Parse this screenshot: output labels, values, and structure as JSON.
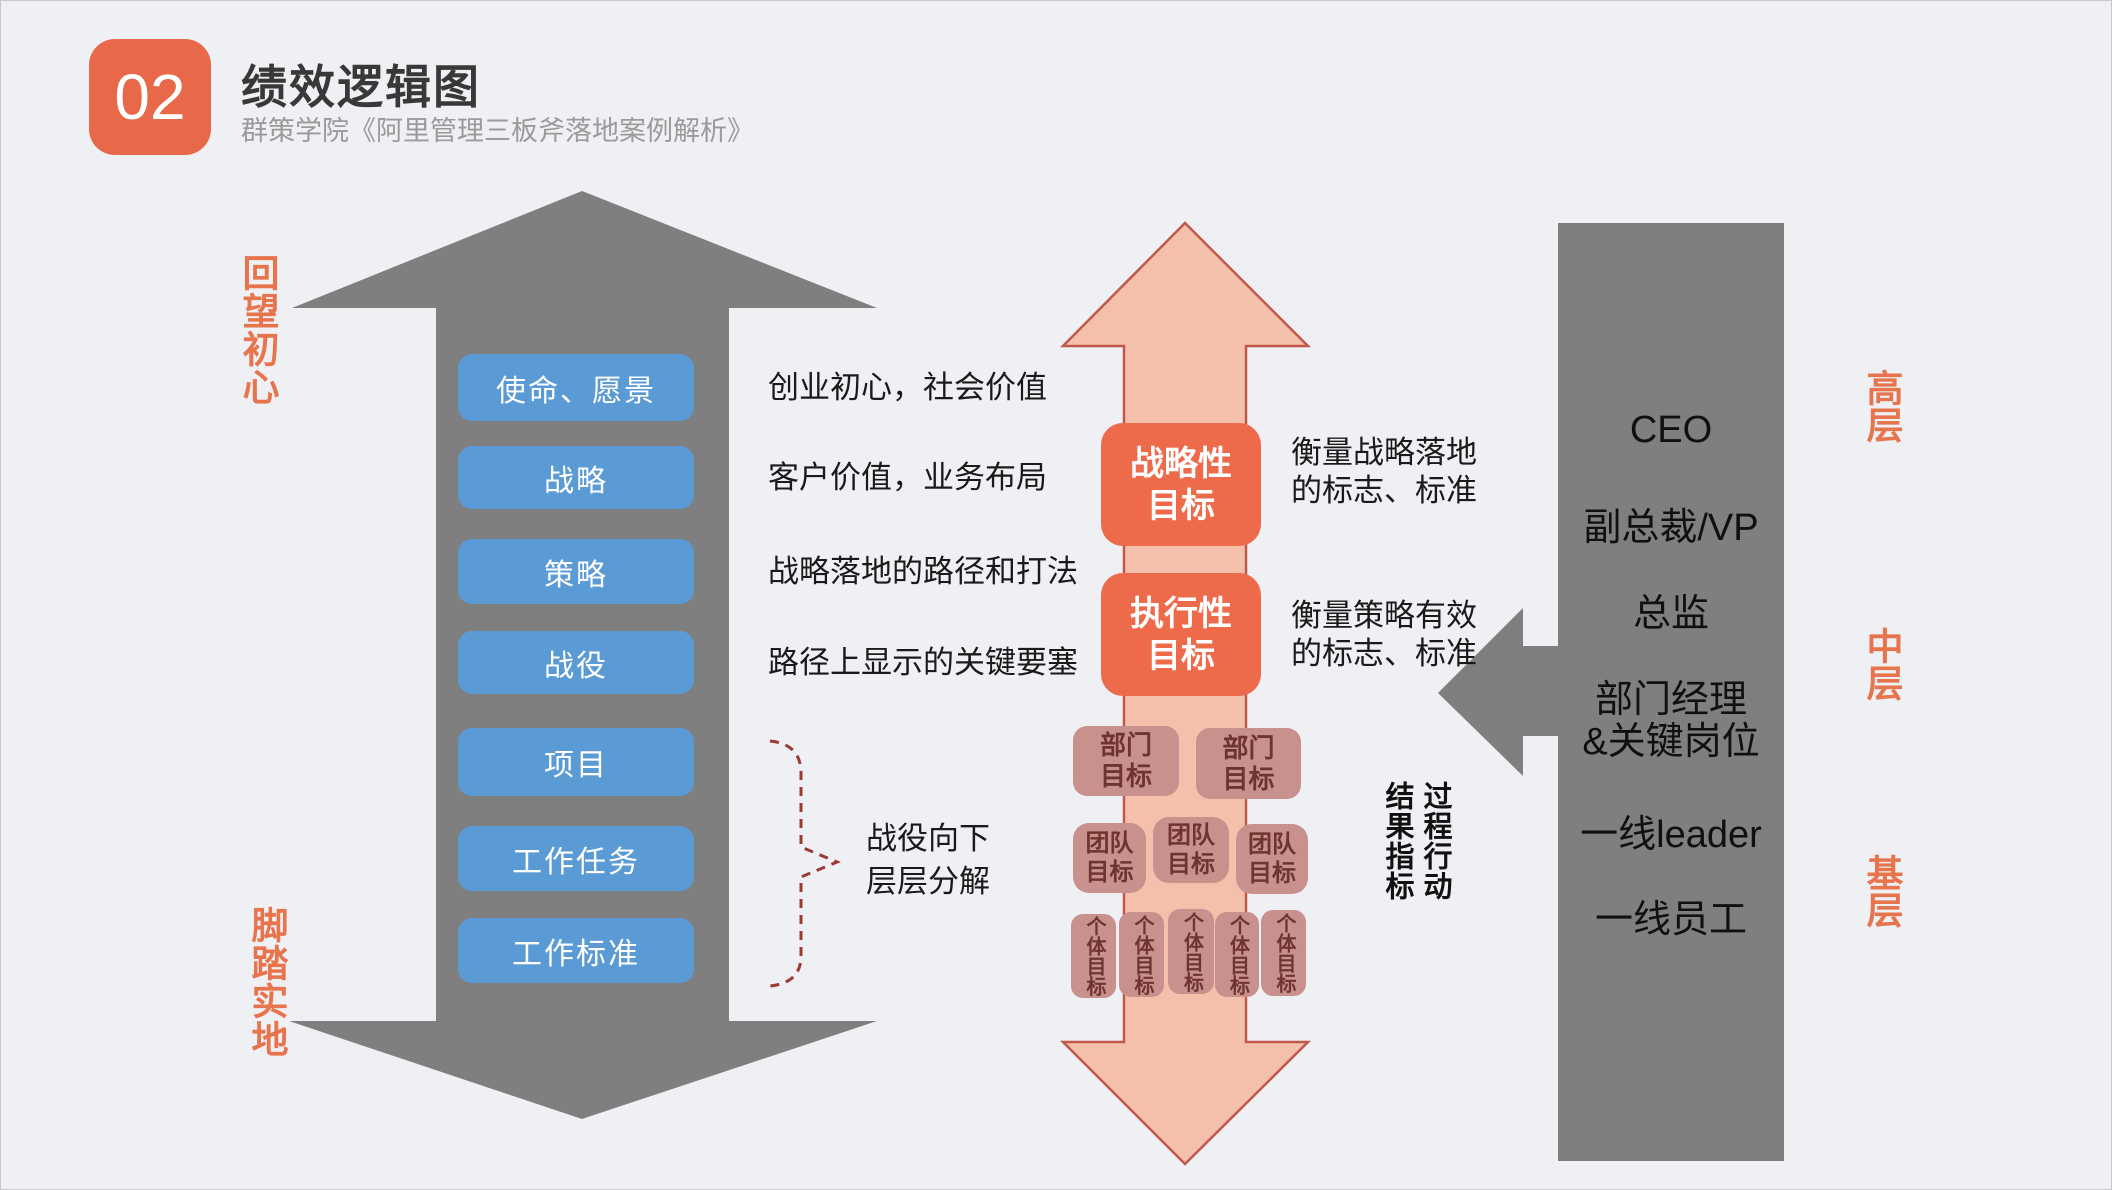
{
  "slide": {
    "badge": "02",
    "title": "绩效逻辑图",
    "subtitle": "群策学院《阿里管理三板斧落地案例解析》"
  },
  "colors": {
    "accent_orange": "#E8694A",
    "label_orange": "#E8744E",
    "blue": "#5B9BD5",
    "gray": "#7F7F7F",
    "salmon_fill": "#F4C0AB",
    "salmon_stroke": "#C1584C",
    "pink_box": "#C9918E",
    "pink_text": "#6E3430",
    "brace_red": "#9C3A36"
  },
  "ladder": {
    "top_label": "回望初心",
    "bottom_label": "脚踏实地",
    "items": [
      "使命、愿景",
      "战略",
      "策略",
      "战役",
      "项目",
      "工作任务",
      "工作标准"
    ],
    "descriptions": [
      "创业初心，社会价值",
      "客户价值，业务布局",
      "战略落地的路径和打法",
      "路径上显示的关键要塞"
    ],
    "brace_note_line1": "战役向下",
    "brace_note_line2": "层层分解"
  },
  "goals": {
    "strategic_label": "战略性\n目标",
    "strategic_note": "衡量战略落地\n的标志、标准",
    "executive_label": "执行性\n目标",
    "executive_note": "衡量策略有效\n的标志、标准",
    "dept_label": "部门\n目标",
    "team_label": "团队\n目标",
    "individual_label": "个体目标",
    "result_label": "结果指标",
    "process_label": "过程行动"
  },
  "org": {
    "roles": [
      "CEO",
      "副总裁/VP",
      "总监",
      "部门经理\n&关键岗位",
      "一线leader",
      "一线员工"
    ],
    "levels": [
      "高层",
      "中层",
      "基层"
    ]
  }
}
